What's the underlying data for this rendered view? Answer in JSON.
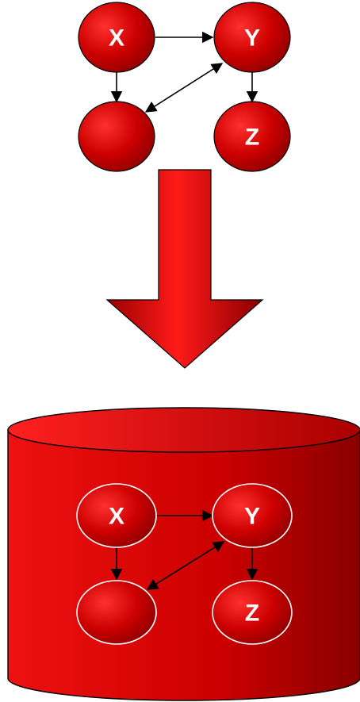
{
  "colors": {
    "primary_red": "#cc0000",
    "dark_red": "#7a0000",
    "light_red": "#ff2a2a",
    "outline": "#000000",
    "node_outline_inner": "#ffffff"
  },
  "top_graph": {
    "nodes": [
      {
        "id": "x",
        "label": "X"
      },
      {
        "id": "y",
        "label": "Y"
      },
      {
        "id": "u",
        "label": ""
      },
      {
        "id": "z",
        "label": "Z"
      }
    ],
    "edges": [
      {
        "from": "X",
        "to": "Y",
        "type": "directed"
      },
      {
        "from": "X",
        "to": "unlabeled",
        "type": "directed"
      },
      {
        "from": "Y",
        "to": "Z",
        "type": "directed"
      },
      {
        "from": "Y",
        "to": "unlabeled",
        "type": "bidirected"
      }
    ]
  },
  "arrow": {
    "direction": "down"
  },
  "database": {
    "shape": "cylinder",
    "nodes": [
      {
        "id": "x",
        "label": "X"
      },
      {
        "id": "y",
        "label": "Y"
      },
      {
        "id": "u",
        "label": ""
      },
      {
        "id": "z",
        "label": "Z"
      }
    ],
    "edges": [
      {
        "from": "X",
        "to": "Y",
        "type": "directed"
      },
      {
        "from": "X",
        "to": "unlabeled",
        "type": "directed"
      },
      {
        "from": "Y",
        "to": "Z",
        "type": "directed"
      },
      {
        "from": "Y",
        "to": "unlabeled",
        "type": "bidirected"
      }
    ]
  }
}
